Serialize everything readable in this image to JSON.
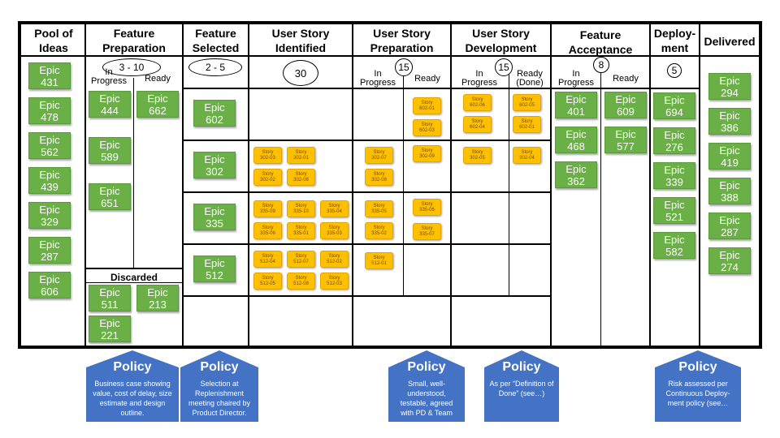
{
  "columns": {
    "pool": "Pool of\nIdeas",
    "feature_prep": "Feature\nPreparation",
    "feature_selected": "Feature\nSelected",
    "story_identified": "User Story\nIdentified",
    "story_prep": "User Story\nPreparation",
    "story_dev": "User Story\nDevelopment",
    "feature_accept": "Feature\nAcceptance",
    "deployment": "Deploy-\nment",
    "delivered": "Delivered"
  },
  "wip": {
    "feature_prep": "3 - 10",
    "feature_selected": "2 - 5",
    "story_identified": "30",
    "story_prep": "15",
    "story_dev": "15",
    "feature_accept": "8",
    "deployment": "5"
  },
  "subcolumns": {
    "in_progress": "In\nProgress",
    "ready": "Ready",
    "ready_done": "Ready\n(Done)"
  },
  "discarded_label": "Discarded",
  "colors": {
    "epic": "#6ab046",
    "story": "#ffc000",
    "policy": "#4472c4"
  },
  "epics": {
    "pool": [
      "Epic\n431",
      "Epic\n478",
      "Epic\n562",
      "Epic\n439",
      "Epic\n329",
      "Epic\n287",
      "Epic\n606"
    ],
    "feature_prep_in_progress": [
      "Epic\n444",
      "Epic\n589",
      "Epic\n651"
    ],
    "feature_prep_ready": [
      "Epic\n662"
    ],
    "discarded": [
      "Epic\n511",
      "Epic\n213",
      "Epic\n221"
    ],
    "feature_selected": [
      "Epic\n602",
      "Epic\n302",
      "Epic\n335",
      "Epic\n512"
    ],
    "acceptance_in_progress": [
      "Epic\n401",
      "Epic\n468",
      "Epic\n362"
    ],
    "acceptance_ready": [
      "Epic\n609",
      "Epic\n577"
    ],
    "deployment": [
      "Epic\n694",
      "Epic\n276",
      "Epic\n339",
      "Epic\n521",
      "Epic\n582"
    ],
    "delivered": [
      "Epic\n294",
      "Epic\n386",
      "Epic\n419",
      "Epic\n388",
      "Epic\n287",
      "Epic\n274"
    ]
  },
  "stories": {
    "identified": {
      "row302": [
        "Story\n302-03",
        "Story\n302-01",
        "Story\n302-02",
        "Story\n302-06"
      ],
      "row335": [
        "Story\n335-09",
        "Story\n335-10",
        "Story\n335-04",
        "Story\n335-08",
        "Story\n335-01",
        "Story\n335-03"
      ],
      "row512": [
        "Story\n512-04",
        "Story\n512-07",
        "Story\n512-02",
        "Story\n512-05",
        "Story\n512-08",
        "Story\n512-03"
      ]
    },
    "prep_in_progress": {
      "row302": [
        "Story\n302-07",
        "Story\n302-08"
      ],
      "row335": [
        "Story\n335-05",
        "Story\n335-02"
      ],
      "row512": [
        "Story\n512-01"
      ]
    },
    "prep_ready": {
      "row602": [
        "Story\n602-01",
        "Story\n602-03"
      ],
      "row302": [
        "Story\n302-09"
      ],
      "row335": [
        "Story\n335-06",
        "Story\n335-07"
      ]
    },
    "dev_in_progress": {
      "row602": [
        "Story\n602-06",
        "Story\n602-04"
      ],
      "row302": [
        "Story\n302-05"
      ]
    },
    "dev_done": {
      "row602": [
        "Story\n602-05",
        "Story\n602-01"
      ],
      "row302": [
        "Story\n302-04"
      ]
    }
  },
  "policies": [
    {
      "title": "Policy",
      "text": "Business case showing value, cost of delay, size estimate and design outline."
    },
    {
      "title": "Policy",
      "text": "Selection at Replenishment meeting chaired by Product Director."
    },
    {
      "title": "Policy",
      "text": "Small, well-understood, testable, agreed with PD & Team"
    },
    {
      "title": "Policy",
      "text": "As per “Definition of Done” (see…)"
    },
    {
      "title": "Policy",
      "text": "Risk assessed per Continuous Deploy-ment policy (see…"
    }
  ]
}
